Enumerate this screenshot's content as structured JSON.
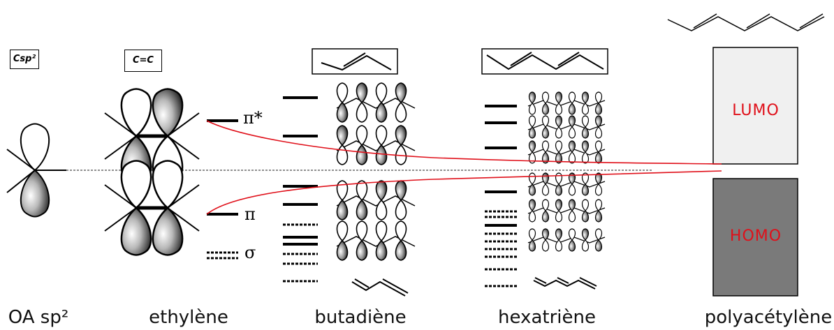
{
  "boxes": {
    "csp2": "Csp²",
    "cc": "C=C"
  },
  "orbital_labels": {
    "pi_star": "π*",
    "pi": "π",
    "sigma": "σ"
  },
  "bands": {
    "lumo": "LUMO",
    "homo": "HOMO"
  },
  "columns": {
    "oa_sp2": "OA sp²",
    "ethylene": "ethylène",
    "butadiene": "butadiène",
    "hexatriene": "hexatriène",
    "polyacetylene": "polyacétylène"
  },
  "colors": {
    "connector": "#e0101a",
    "band_label": "#e0101a",
    "lumo_fill": "#f0f0f0",
    "homo_fill": "#7a7a7a"
  },
  "icons": {
    "lobe": "p-orbital-lobe",
    "skeleton": "zigzag-chain"
  }
}
